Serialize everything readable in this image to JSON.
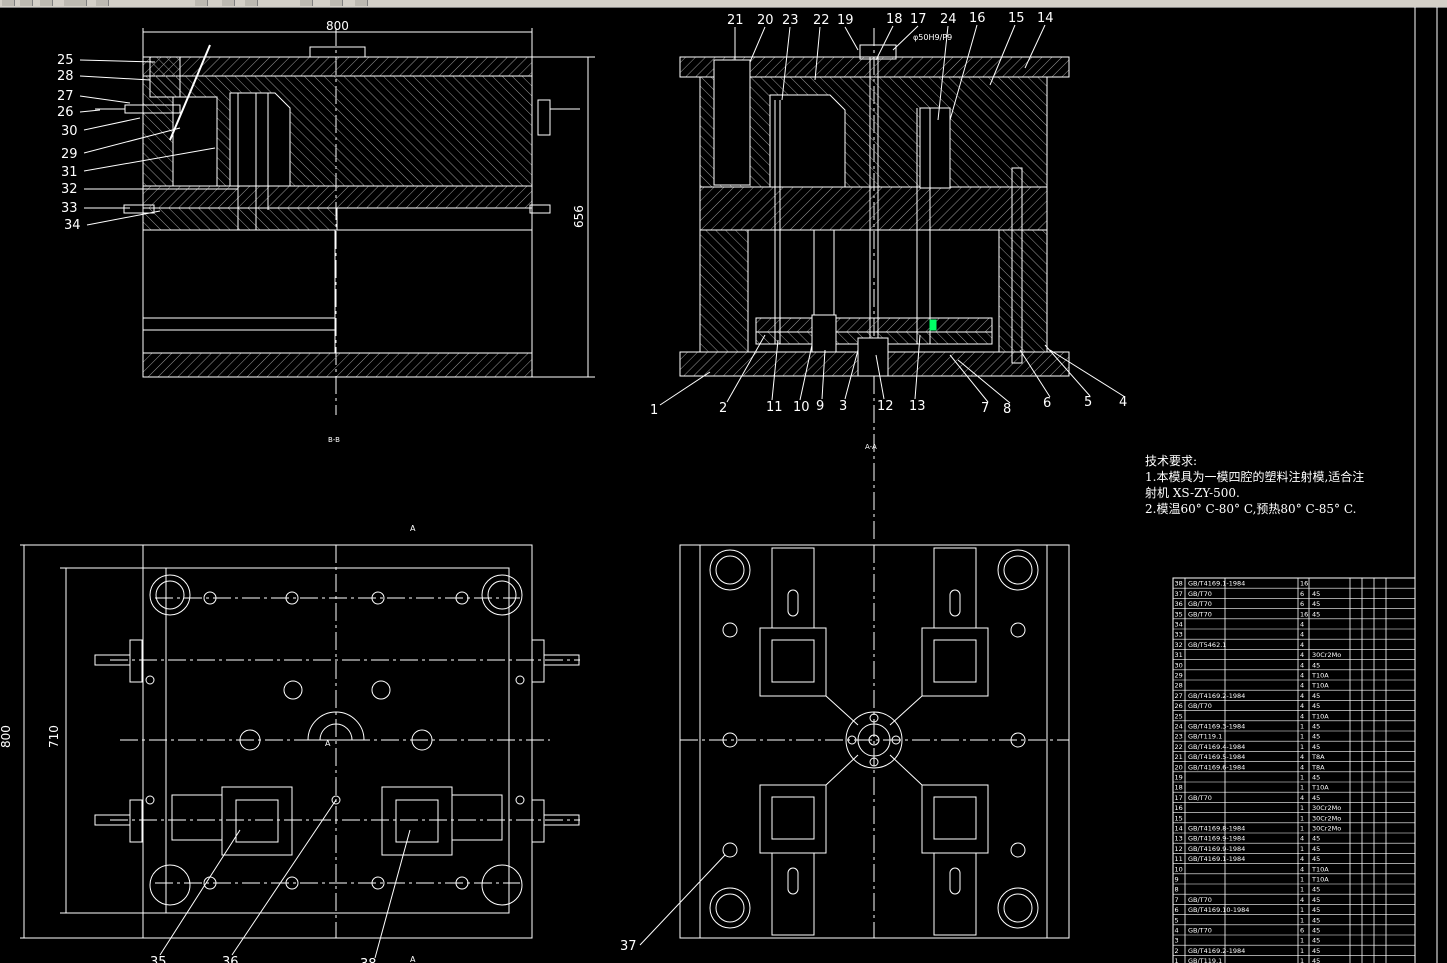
{
  "dimensions": {
    "top_width": "800",
    "side_height": "656",
    "plan_width": "710",
    "plan_height": "800"
  },
  "view_labels": {
    "left_section": "B-B",
    "right_section": "A-A",
    "cut_letter": "A"
  },
  "fit_notes": {
    "sprue": "φ50H9/P9"
  },
  "callouts_left": [
    "25",
    "28",
    "27",
    "26",
    "30",
    "29",
    "31",
    "32",
    "33",
    "34"
  ],
  "callouts_top_right": [
    "21",
    "20",
    "23",
    "22",
    "19",
    "18",
    "17",
    "24",
    "16",
    "15",
    "14"
  ],
  "callouts_bottom_right": [
    "1",
    "2",
    "11",
    "10",
    "9",
    "3",
    "12",
    "13",
    "7",
    "8",
    "6",
    "5",
    "4"
  ],
  "callouts_plan": [
    "35",
    "36",
    "38",
    "37"
  ],
  "tech_notes": {
    "title": "技术要求:",
    "line1": "1.本模具为一模四腔的塑料注射模,适合注",
    "line2": "射机 XS-ZY-500.",
    "line3": "2.模温60° C-80° C,预热80° C-85° C."
  },
  "bom_rows": [
    {
      "no": "38",
      "std": "GB/T4169.1-1984",
      "name": "",
      "qty": "16",
      "mat": ""
    },
    {
      "no": "37",
      "std": "GB/T70",
      "name": "",
      "qty": "6",
      "mat": "45"
    },
    {
      "no": "36",
      "std": "GB/T70",
      "name": "",
      "qty": "6",
      "mat": "45"
    },
    {
      "no": "35",
      "std": "GB/T70",
      "name": "",
      "qty": "16",
      "mat": "45"
    },
    {
      "no": "34",
      "std": "",
      "name": "",
      "qty": "4",
      "mat": ""
    },
    {
      "no": "33",
      "std": "",
      "name": "",
      "qty": "4",
      "mat": ""
    },
    {
      "no": "32",
      "std": "GB/T5462.1",
      "name": "",
      "qty": "4",
      "mat": ""
    },
    {
      "no": "31",
      "std": "",
      "name": "",
      "qty": "4",
      "mat": "30Cr2Mo"
    },
    {
      "no": "30",
      "std": "",
      "name": "",
      "qty": "4",
      "mat": "45"
    },
    {
      "no": "29",
      "std": "",
      "name": "",
      "qty": "4",
      "mat": "T10A"
    },
    {
      "no": "28",
      "std": "",
      "name": "",
      "qty": "4",
      "mat": "T10A"
    },
    {
      "no": "27",
      "std": "GB/T4169.2-1984",
      "name": "",
      "qty": "4",
      "mat": "45"
    },
    {
      "no": "26",
      "std": "GB/T70",
      "name": "",
      "qty": "4",
      "mat": "45"
    },
    {
      "no": "25",
      "std": "",
      "name": "",
      "qty": "4",
      "mat": "T10A"
    },
    {
      "no": "24",
      "std": "GB/T4169.3-1984",
      "name": "",
      "qty": "1",
      "mat": "45"
    },
    {
      "no": "23",
      "std": "GB/T119.1",
      "name": "",
      "qty": "1",
      "mat": "45"
    },
    {
      "no": "22",
      "std": "GB/T4169.4-1984",
      "name": "",
      "qty": "1",
      "mat": "45"
    },
    {
      "no": "21",
      "std": "GB/T4169.5-1984",
      "name": "",
      "qty": "4",
      "mat": "T8A"
    },
    {
      "no": "20",
      "std": "GB/T4169.6-1984",
      "name": "",
      "qty": "4",
      "mat": "T8A"
    },
    {
      "no": "19",
      "std": "",
      "name": "",
      "qty": "1",
      "mat": "45"
    },
    {
      "no": "18",
      "std": "",
      "name": "",
      "qty": "1",
      "mat": "T10A"
    },
    {
      "no": "17",
      "std": "GB/T70",
      "name": "",
      "qty": "4",
      "mat": "45"
    },
    {
      "no": "16",
      "std": "",
      "name": "",
      "qty": "1",
      "mat": "30Cr2Mo"
    },
    {
      "no": "15",
      "std": "",
      "name": "",
      "qty": "1",
      "mat": "30Cr2Mo"
    },
    {
      "no": "14",
      "std": "GB/T4169.8-1984",
      "name": "",
      "qty": "1",
      "mat": "30Cr2Mo"
    },
    {
      "no": "13",
      "std": "GB/T4169.9-1984",
      "name": "",
      "qty": "4",
      "mat": "45"
    },
    {
      "no": "12",
      "std": "GB/T4169.9-1984",
      "name": "",
      "qty": "1",
      "mat": "45"
    },
    {
      "no": "11",
      "std": "GB/T4169.1-1984",
      "name": "",
      "qty": "4",
      "mat": "45"
    },
    {
      "no": "10",
      "std": "",
      "name": "",
      "qty": "4",
      "mat": "T10A"
    },
    {
      "no": "9",
      "std": "",
      "name": "",
      "qty": "1",
      "mat": "T10A"
    },
    {
      "no": "8",
      "std": "",
      "name": "",
      "qty": "1",
      "mat": "45"
    },
    {
      "no": "7",
      "std": "GB/T70",
      "name": "",
      "qty": "4",
      "mat": "45"
    },
    {
      "no": "6",
      "std": "GB/T4169.10-1984",
      "name": "",
      "qty": "1",
      "mat": "45"
    },
    {
      "no": "5",
      "std": "",
      "name": "",
      "qty": "1",
      "mat": "45"
    },
    {
      "no": "4",
      "std": "GB/T70",
      "name": "",
      "qty": "6",
      "mat": "45"
    },
    {
      "no": "3",
      "std": "",
      "name": "",
      "qty": "1",
      "mat": "45"
    },
    {
      "no": "2",
      "std": "GB/T4169.2-1984",
      "name": "",
      "qty": "1",
      "mat": "45"
    },
    {
      "no": "1",
      "std": "GB/T119.1",
      "name": "",
      "qty": "1",
      "mat": "45"
    }
  ],
  "colors": {
    "background": "#000000",
    "line": "#ffffff",
    "accent": "#00ff66",
    "toolbar": "#d4d0c8"
  }
}
